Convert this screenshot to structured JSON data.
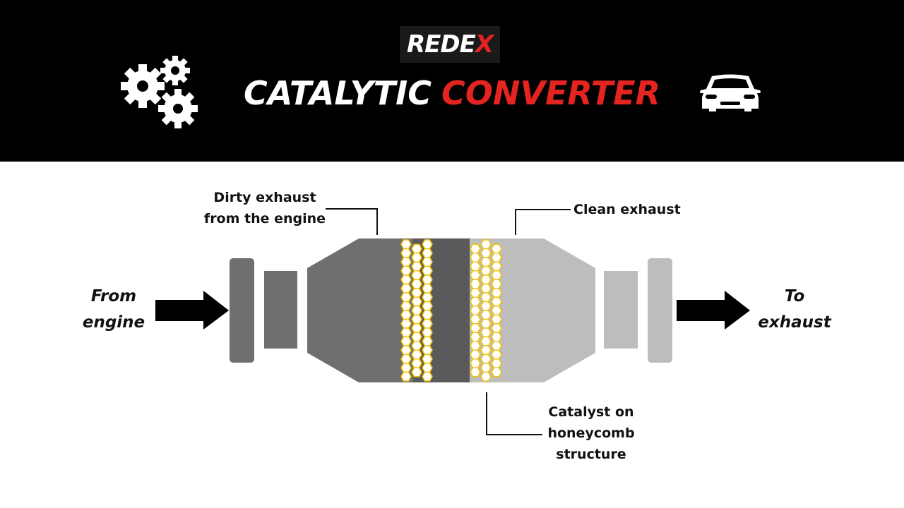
{
  "header": {
    "brand": "REDE",
    "brand_accent": "X",
    "title_white": "CATALYTIC",
    "title_red": "CONVERTER",
    "brand_color": "#e52420",
    "icons": [
      "gears-icon",
      "car-icon"
    ]
  },
  "diagram": {
    "inlet_label": [
      "From",
      "engine"
    ],
    "outlet_label": [
      "To",
      "exhaust"
    ],
    "dirty_label": [
      "Dirty exhaust",
      "from the engine"
    ],
    "clean_label": "Clean exhaust",
    "catalyst_label": [
      "Catalyst on",
      "honeycomb",
      "structure"
    ],
    "colors": {
      "dark_gray": "#6f6f6f",
      "darker_gray": "#5a5a5a",
      "light_gray": "#bdbdbd",
      "honeycomb": "#f2c400"
    }
  }
}
